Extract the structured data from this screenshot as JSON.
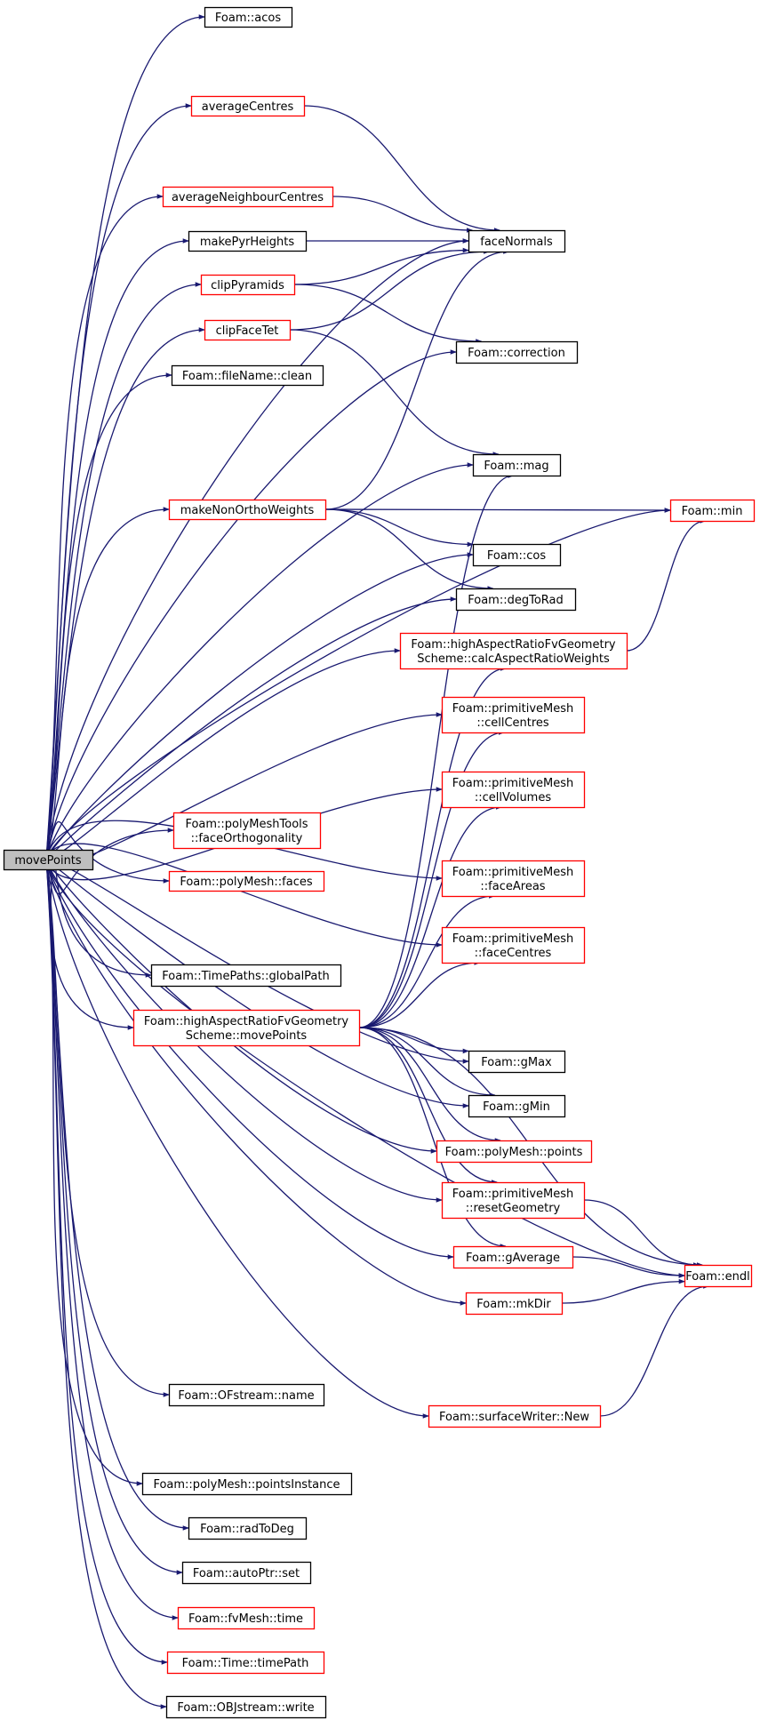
{
  "colors": {
    "edge": "#191970",
    "node_border_default": "#000000",
    "node_border_incomplete": "#ff0000",
    "root_fill": "#bfbfbf",
    "node_fill": "#ffffff"
  },
  "graph": {
    "root": "movePoints",
    "nodes": [
      {
        "id": "root",
        "lines": [
          "movePoints"
        ],
        "style": "root"
      },
      {
        "id": "acos",
        "lines": [
          "Foam::acos"
        ],
        "style": "black"
      },
      {
        "id": "averageCentres",
        "lines": [
          "averageCentres"
        ],
        "style": "red"
      },
      {
        "id": "averageNeighbourCentres",
        "lines": [
          "averageNeighbourCentres"
        ],
        "style": "red"
      },
      {
        "id": "makePyrHeights",
        "lines": [
          "makePyrHeights"
        ],
        "style": "black"
      },
      {
        "id": "faceNormals",
        "lines": [
          "faceNormals"
        ],
        "style": "black"
      },
      {
        "id": "clipPyramids",
        "lines": [
          "clipPyramids"
        ],
        "style": "red"
      },
      {
        "id": "clipFaceTet",
        "lines": [
          "clipFaceTet"
        ],
        "style": "red"
      },
      {
        "id": "correction",
        "lines": [
          "Foam::correction"
        ],
        "style": "black"
      },
      {
        "id": "clean",
        "lines": [
          "Foam::fileName::clean"
        ],
        "style": "black"
      },
      {
        "id": "mag",
        "lines": [
          "Foam::mag"
        ],
        "style": "black"
      },
      {
        "id": "makeNonOrthoWeights",
        "lines": [
          "makeNonOrthoWeights"
        ],
        "style": "red"
      },
      {
        "id": "min",
        "lines": [
          "Foam::min"
        ],
        "style": "red"
      },
      {
        "id": "cos",
        "lines": [
          "Foam::cos"
        ],
        "style": "black"
      },
      {
        "id": "degToRad",
        "lines": [
          "Foam::degToRad"
        ],
        "style": "black"
      },
      {
        "id": "calcAspect",
        "lines": [
          "Foam::highAspectRatioFvGeometry",
          "Scheme::calcAspectRatioWeights"
        ],
        "style": "red"
      },
      {
        "id": "cellCentres",
        "lines": [
          "Foam::primitiveMesh",
          "::cellCentres"
        ],
        "style": "red"
      },
      {
        "id": "cellVolumes",
        "lines": [
          "Foam::primitiveMesh",
          "::cellVolumes"
        ],
        "style": "red"
      },
      {
        "id": "faceOrtho",
        "lines": [
          "Foam::polyMeshTools",
          "::faceOrthogonality"
        ],
        "style": "red"
      },
      {
        "id": "faces",
        "lines": [
          "Foam::polyMesh::faces"
        ],
        "style": "red"
      },
      {
        "id": "faceAreas",
        "lines": [
          "Foam::primitiveMesh",
          "::faceAreas"
        ],
        "style": "red"
      },
      {
        "id": "faceCentres",
        "lines": [
          "Foam::primitiveMesh",
          "::faceCentres"
        ],
        "style": "red"
      },
      {
        "id": "globalPath",
        "lines": [
          "Foam::TimePaths::globalPath"
        ],
        "style": "black"
      },
      {
        "id": "hMovePoints",
        "lines": [
          "Foam::highAspectRatioFvGeometry",
          "Scheme::movePoints"
        ],
        "style": "red"
      },
      {
        "id": "gMax",
        "lines": [
          "Foam::gMax"
        ],
        "style": "black"
      },
      {
        "id": "gMin",
        "lines": [
          "Foam::gMin"
        ],
        "style": "black"
      },
      {
        "id": "points",
        "lines": [
          "Foam::polyMesh::points"
        ],
        "style": "red"
      },
      {
        "id": "resetGeometry",
        "lines": [
          "Foam::primitiveMesh",
          "::resetGeometry"
        ],
        "style": "red"
      },
      {
        "id": "gAverage",
        "lines": [
          "Foam::gAverage"
        ],
        "style": "red"
      },
      {
        "id": "endl",
        "lines": [
          "Foam::endl"
        ],
        "style": "red"
      },
      {
        "id": "mkDir",
        "lines": [
          "Foam::mkDir"
        ],
        "style": "red"
      },
      {
        "id": "ofname",
        "lines": [
          "Foam::OFstream::name"
        ],
        "style": "black"
      },
      {
        "id": "swNew",
        "lines": [
          "Foam::surfaceWriter::New"
        ],
        "style": "red"
      },
      {
        "id": "pointsInstance",
        "lines": [
          "Foam::polyMesh::pointsInstance"
        ],
        "style": "black"
      },
      {
        "id": "radToDeg",
        "lines": [
          "Foam::radToDeg"
        ],
        "style": "black"
      },
      {
        "id": "autoSet",
        "lines": [
          "Foam::autoPtr::set"
        ],
        "style": "black"
      },
      {
        "id": "fvTime",
        "lines": [
          "Foam::fvMesh::time"
        ],
        "style": "red"
      },
      {
        "id": "timePath",
        "lines": [
          "Foam::Time::timePath"
        ],
        "style": "red"
      },
      {
        "id": "objWrite",
        "lines": [
          "Foam::OBJstream::write"
        ],
        "style": "black"
      }
    ],
    "edges": [
      [
        "root",
        "acos"
      ],
      [
        "root",
        "averageCentres"
      ],
      [
        "root",
        "faceNormals"
      ],
      [
        "root",
        "averageNeighbourCentres"
      ],
      [
        "root",
        "makePyrHeights"
      ],
      [
        "root",
        "clipPyramids"
      ],
      [
        "root",
        "clipFaceTet"
      ],
      [
        "root",
        "clean"
      ],
      [
        "root",
        "correction"
      ],
      [
        "root",
        "mag"
      ],
      [
        "root",
        "makeNonOrthoWeights"
      ],
      [
        "root",
        "min"
      ],
      [
        "root",
        "cos"
      ],
      [
        "root",
        "degToRad"
      ],
      [
        "root",
        "calcAspect"
      ],
      [
        "root",
        "cellCentres"
      ],
      [
        "root",
        "cellVolumes"
      ],
      [
        "root",
        "faceOrtho"
      ],
      [
        "root",
        "faces"
      ],
      [
        "root",
        "faceAreas"
      ],
      [
        "root",
        "faceCentres"
      ],
      [
        "root",
        "globalPath"
      ],
      [
        "root",
        "hMovePoints"
      ],
      [
        "root",
        "gMax"
      ],
      [
        "root",
        "gMin"
      ],
      [
        "root",
        "points"
      ],
      [
        "root",
        "resetGeometry"
      ],
      [
        "root",
        "gAverage"
      ],
      [
        "root",
        "mkDir"
      ],
      [
        "root",
        "endl"
      ],
      [
        "root",
        "ofname"
      ],
      [
        "root",
        "swNew"
      ],
      [
        "root",
        "pointsInstance"
      ],
      [
        "root",
        "radToDeg"
      ],
      [
        "root",
        "autoSet"
      ],
      [
        "root",
        "fvTime"
      ],
      [
        "root",
        "timePath"
      ],
      [
        "root",
        "objWrite"
      ],
      [
        "averageCentres",
        "faceNormals"
      ],
      [
        "averageNeighbourCentres",
        "faceNormals"
      ],
      [
        "makePyrHeights",
        "faceNormals"
      ],
      [
        "clipPyramids",
        "faceNormals"
      ],
      [
        "clipPyramids",
        "correction"
      ],
      [
        "clipFaceTet",
        "faceNormals"
      ],
      [
        "clipFaceTet",
        "mag"
      ],
      [
        "makeNonOrthoWeights",
        "faceNormals"
      ],
      [
        "makeNonOrthoWeights",
        "min"
      ],
      [
        "makeNonOrthoWeights",
        "cos"
      ],
      [
        "makeNonOrthoWeights",
        "degToRad"
      ],
      [
        "calcAspect",
        "min"
      ],
      [
        "hMovePoints",
        "mag"
      ],
      [
        "hMovePoints",
        "calcAspect"
      ],
      [
        "hMovePoints",
        "cellCentres"
      ],
      [
        "hMovePoints",
        "cellVolumes"
      ],
      [
        "hMovePoints",
        "faceAreas"
      ],
      [
        "hMovePoints",
        "faceCentres"
      ],
      [
        "hMovePoints",
        "endl"
      ],
      [
        "hMovePoints",
        "gMax"
      ],
      [
        "hMovePoints",
        "gMin"
      ],
      [
        "hMovePoints",
        "points"
      ],
      [
        "hMovePoints",
        "resetGeometry"
      ],
      [
        "hMovePoints",
        "gAverage"
      ],
      [
        "resetGeometry",
        "endl"
      ],
      [
        "gAverage",
        "endl"
      ],
      [
        "mkDir",
        "endl"
      ],
      [
        "swNew",
        "endl"
      ]
    ]
  }
}
